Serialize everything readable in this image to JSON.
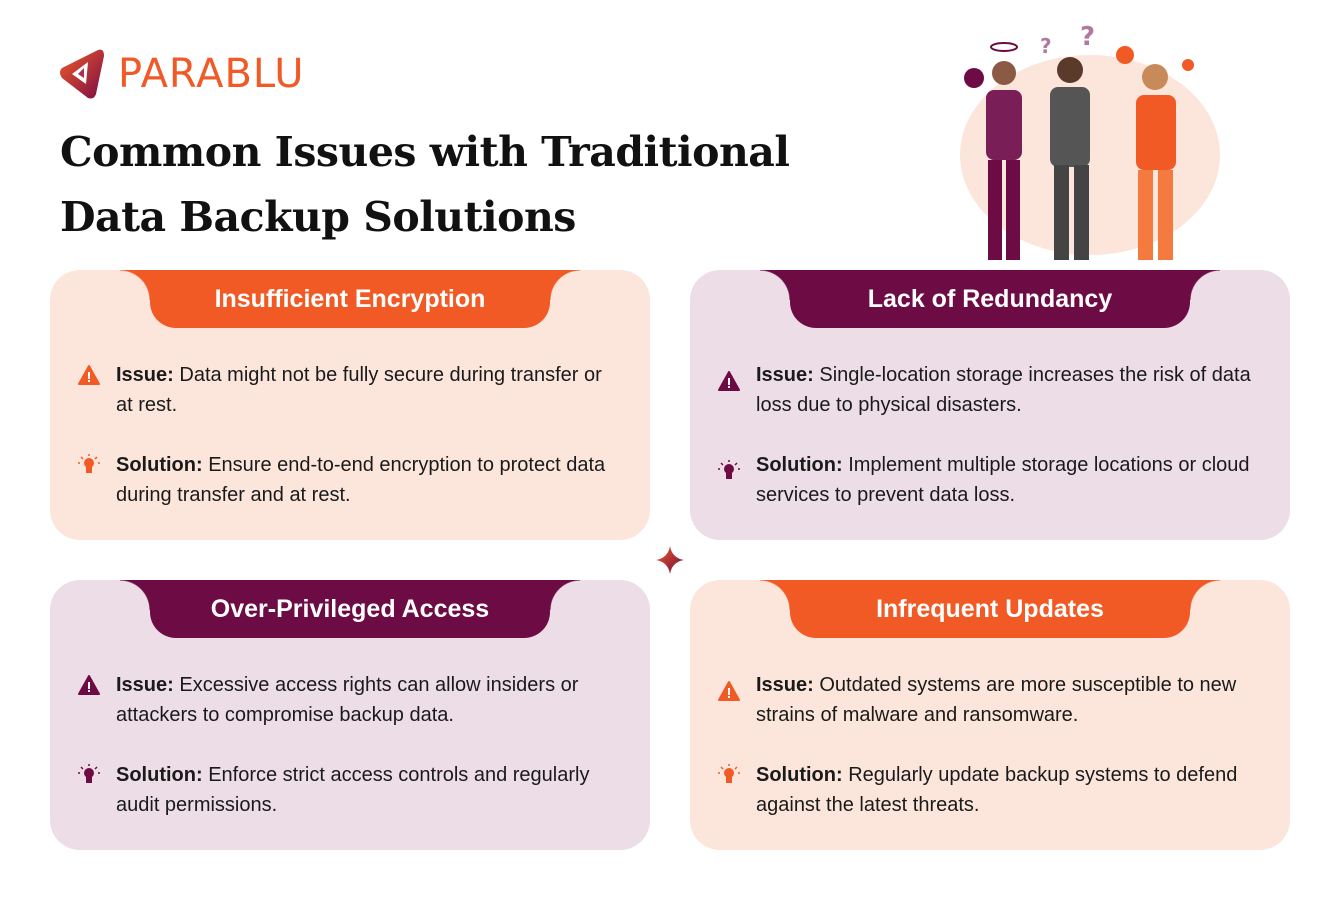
{
  "brand": {
    "name": "PARABLU"
  },
  "title": {
    "line1": "Common Issues with Traditional",
    "line2": "Data Backup Solutions"
  },
  "colors": {
    "orange": "#f15a24",
    "purple": "#6d0b45",
    "orange_bg": "#fce6dc",
    "purple_bg": "#ecdde6"
  },
  "labels": {
    "issue": "Issue:",
    "solution": "Solution:"
  },
  "cards": [
    {
      "title": "Insufficient Encryption",
      "theme": "orange",
      "issue": "Data might not be fully secure during transfer or at rest.",
      "solution": "Ensure end-to-end encryption to protect data during transfer and at rest."
    },
    {
      "title": "Lack of Redundancy",
      "theme": "purple",
      "issue": "Single-location storage increases the risk of data loss due to physical disasters.",
      "solution": "Implement multiple storage locations or cloud services to prevent data loss."
    },
    {
      "title": "Over-Privileged Access",
      "theme": "purple",
      "issue": "Excessive access rights can allow insiders or attackers to compromise backup data.",
      "solution": "Enforce strict access controls and regularly audit permissions."
    },
    {
      "title": "Infrequent Updates",
      "theme": "orange",
      "issue": "Outdated systems are more susceptible to new strains of malware and ransomware.",
      "solution": "Regularly update backup systems to defend against the latest threats."
    }
  ],
  "icons": {
    "issue": "warning-triangle-icon",
    "solution": "lightbulb-icon",
    "divider": "sparkle-icon"
  }
}
